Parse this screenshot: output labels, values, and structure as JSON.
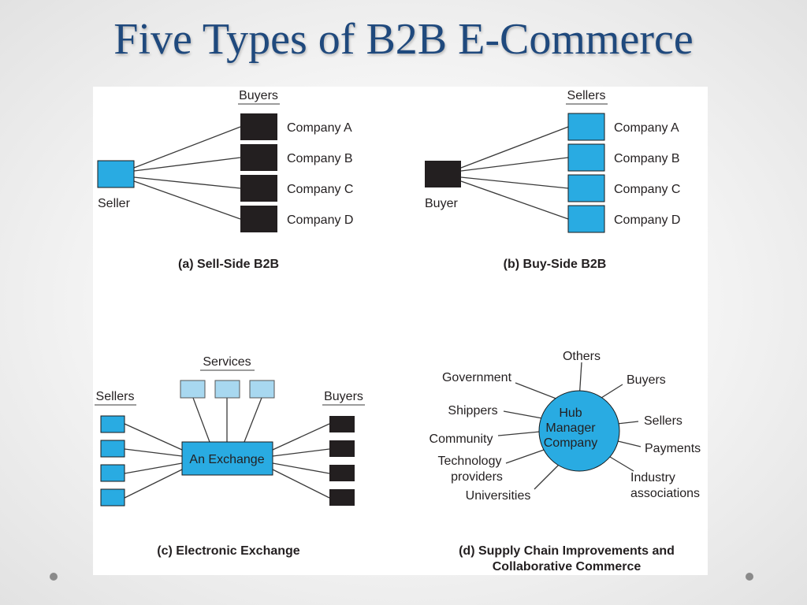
{
  "slide": {
    "title": "Five Types of B2B E-Commerce"
  },
  "sell_side": {
    "caption": "(a) Sell-Side B2B",
    "group_label": "Buyers",
    "node_label": "Seller",
    "companies": [
      "Company A",
      "Company B",
      "Company C",
      "Company D"
    ]
  },
  "buy_side": {
    "caption": "(b) Buy-Side B2B",
    "group_label": "Sellers",
    "node_label": "Buyer",
    "companies": [
      "Company A",
      "Company B",
      "Company C",
      "Company D"
    ]
  },
  "exchange": {
    "caption": "(c) Electronic Exchange",
    "services_label": "Services",
    "sellers_label": "Sellers",
    "buyers_label": "Buyers",
    "center_label": "An Exchange"
  },
  "supply_chain": {
    "caption_line1": "(d) Supply Chain Improvements and",
    "caption_line2": "Collaborative Commerce",
    "hub_line1": "Hub",
    "hub_line2": "Manager",
    "hub_line3": "Company",
    "others": "Others",
    "government": "Government",
    "buyers": "Buyers",
    "shippers": "Shippers",
    "sellers": "Sellers",
    "community": "Community",
    "payments": "Payments",
    "technology_line1": "Technology",
    "technology_line2": "providers",
    "industry_line1": "Industry",
    "industry_line2": "associations",
    "universities": "Universities"
  },
  "colors": {
    "title": "#1f497d",
    "cyan_box": "#29abe2",
    "light_box": "#a8d8f0",
    "dark_box": "#231f20",
    "line": "#3a3a3a"
  }
}
